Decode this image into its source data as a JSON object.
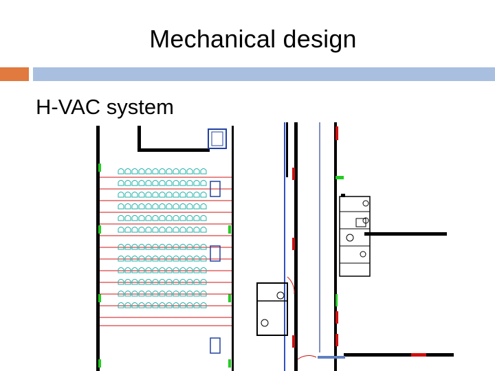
{
  "slide": {
    "title": "Mechanical design",
    "bullet_marker": "",
    "bullet_text": "H-VAC system"
  },
  "colors": {
    "accent_orange": "#e07a3f",
    "accent_blue": "#a8bfe0",
    "wall": "#000000",
    "duct_red": "#d01010",
    "seating_teal": "#20b2aa",
    "blue_line": "#3050c0",
    "green_marker": "#22cc22"
  },
  "floor_plan": {
    "description_icon": "floor-plan-drawing",
    "seat_rows": 12,
    "seats_per_row": 13
  }
}
